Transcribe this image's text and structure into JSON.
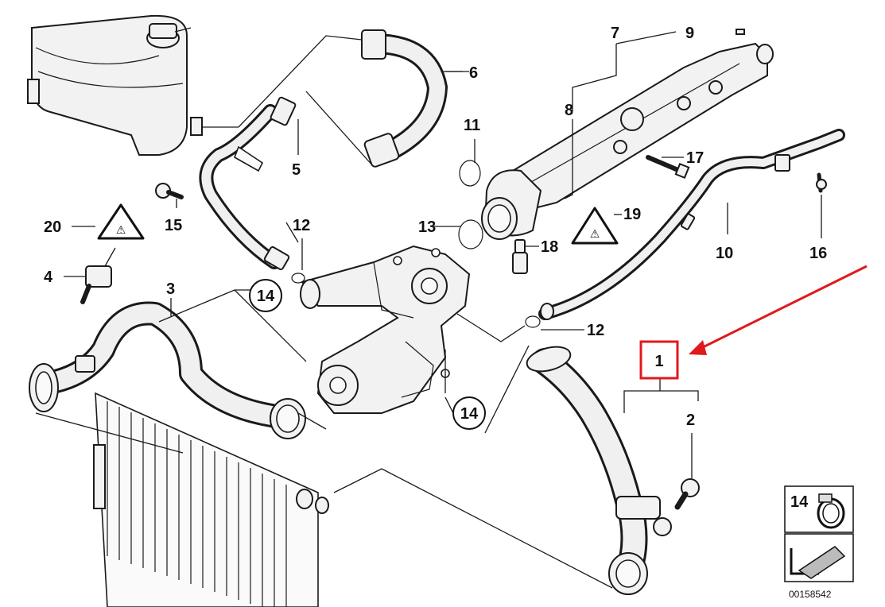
{
  "diagram": {
    "reference_number": "00158542",
    "highlight_color": "#e0191c",
    "highlighted_callout": "1",
    "callouts": {
      "c1": "1",
      "c2": "2",
      "c3": "3",
      "c4": "4",
      "c5": "5",
      "c6": "6",
      "c7": "7",
      "c8": "8",
      "c9": "9",
      "c10": "10",
      "c11": "11",
      "c12a": "12",
      "c12b": "12",
      "c13": "13",
      "c14a": "14",
      "c14b": "14",
      "c15": "15",
      "c16": "16",
      "c17": "17",
      "c18": "18",
      "c19": "19",
      "c20": "20"
    },
    "legend_box_label": "14",
    "icons": [
      "warning-triangle-icon",
      "hose-clamp-icon",
      "return-arrow-icon"
    ]
  }
}
